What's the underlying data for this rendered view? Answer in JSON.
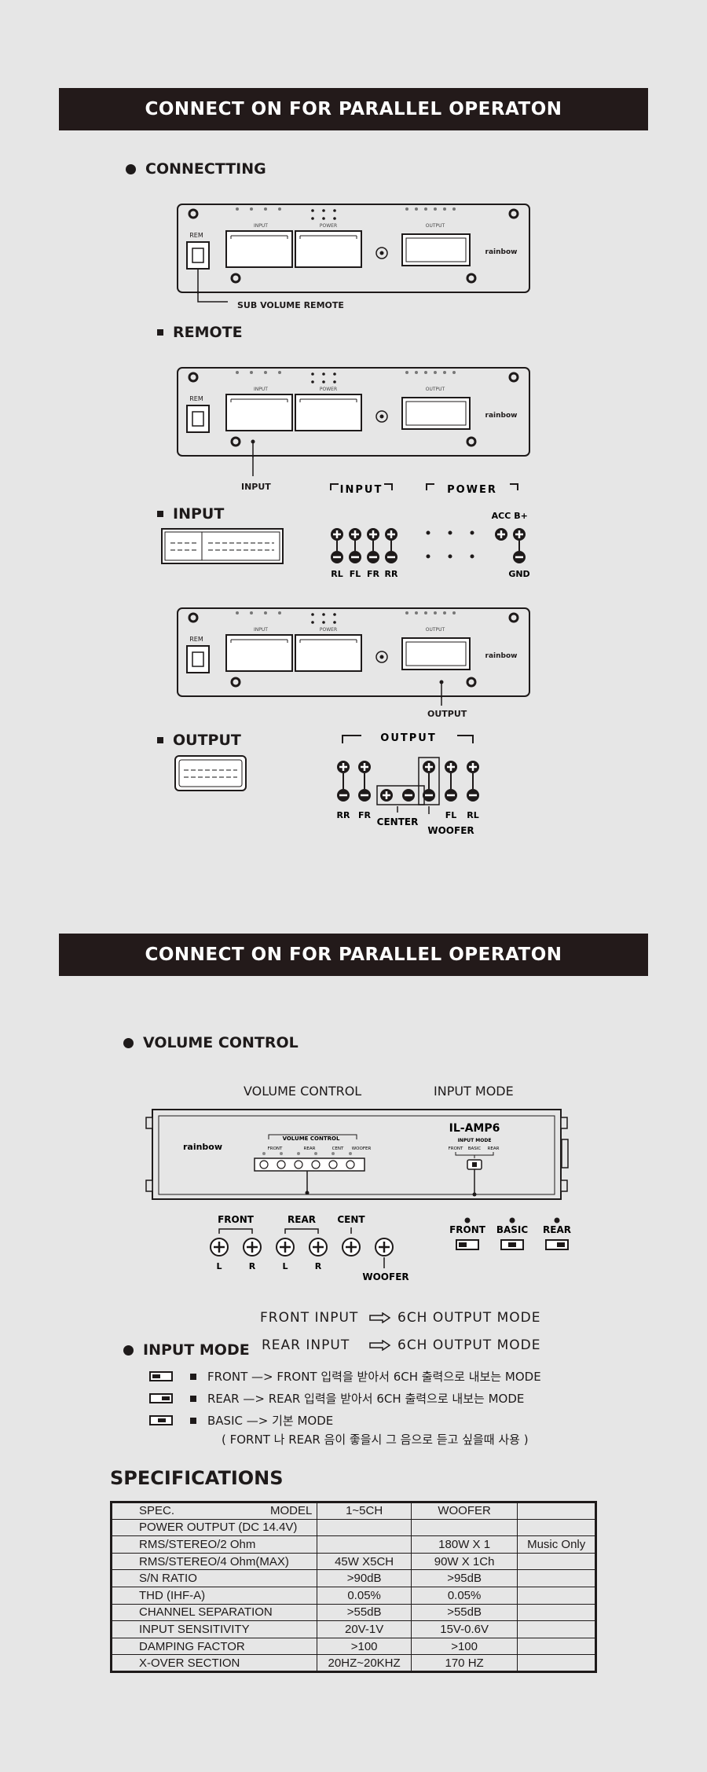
{
  "section1": {
    "banner": "CONNECT ON FOR PARALLEL OPERATON",
    "connecting": "CONNECTTING",
    "remote": "REMOTE",
    "input": "INPUT",
    "output": "OUTPUT",
    "sub_volume_remote": "SUB VOLUME REMOTE",
    "input_callout": "INPUT",
    "output_callout": "OUTPUT",
    "rem": "REM",
    "brand": "rainbow",
    "input_group_title": "INPUT",
    "power_group_title": "POWER",
    "input_pins": [
      "RL",
      "FL",
      "FR",
      "RR"
    ],
    "acc": "ACC",
    "bplus": "B+",
    "gnd": "GND",
    "output_group_title": "OUTPUT",
    "output_pins": [
      "RR",
      "FR",
      "FL",
      "RL"
    ],
    "center": "CENTER",
    "woofer": "WOOFER",
    "panel_input": "INPUT",
    "panel_power": "POWER",
    "panel_output": "OUTPUT"
  },
  "section2": {
    "banner": "CONNECT ON FOR PARALLEL OPERATON",
    "volume_control": "VOLUME CONTROL",
    "vc_title": "VOLUME CONTROL",
    "input_mode_title": "INPUT MODE",
    "model_name": "IL-AMP6",
    "panel_vc": "VOLUME CONTROL",
    "panel_vc_labels": [
      "FRONT",
      "REAR",
      "CENT",
      "WOOFER"
    ],
    "panel_input_mode": "INPUT MODE",
    "panel_modes": [
      "FRONT",
      "BASIC",
      "REAR"
    ],
    "knob_groups": [
      "FRONT",
      "REAR",
      "CENT"
    ],
    "knob_lr": [
      "L",
      "R",
      "L",
      "R"
    ],
    "woofer": "WOOFER",
    "switch_labels": [
      "FRONT",
      "BASIC",
      "REAR"
    ],
    "mode_line1_left": "FRONT  INPUT",
    "mode_line1_right": "6CH OUTPUT  MODE",
    "mode_line2_left": "REAR  INPUT",
    "mode_line2_right": "6CH OUTPUT  MODE",
    "input_mode": "INPUT MODE",
    "legend": [
      "FRONT —> FRONT 입력을 받아서 6CH 출력으로 내보는 MODE",
      "REAR  —> REAR 입력을 받아서 6CH 출력으로 내보는 MODE",
      "BASIC  —> 기본 MODE"
    ],
    "legend_note": "( FORNT 나 REAR 음이 좋을시 그 음으로 듣고 싶을때 사용 )"
  },
  "specs": {
    "title": "SPECIFICATIONS",
    "rows": [
      [
        "SPEC.",
        "MODEL",
        "1~5CH",
        "WOOFER",
        ""
      ],
      [
        "POWER OUTPUT (DC 14.4V)",
        "",
        "",
        "",
        ""
      ],
      [
        "RMS/STEREO/2 Ohm",
        "",
        "",
        "180W X 1",
        "Music Only"
      ],
      [
        "RMS/STEREO/4 Ohm(MAX)",
        "",
        "45W X5CH",
        "90W X 1Ch",
        ""
      ],
      [
        "S/N RATIO",
        "",
        ">90dB",
        ">95dB",
        ""
      ],
      [
        "THD (IHF-A)",
        "",
        "0.05%",
        "0.05%",
        ""
      ],
      [
        "CHANNEL SEPARATION",
        "",
        ">55dB",
        ">55dB",
        ""
      ],
      [
        "INPUT SENSITIVITY",
        "",
        "20V-1V",
        "15V-0.6V",
        ""
      ],
      [
        "DAMPING FACTOR",
        "",
        ">100",
        ">100",
        ""
      ],
      [
        "X-OVER SECTION",
        "",
        "20HZ~20KHZ",
        "170 HZ",
        ""
      ]
    ]
  }
}
